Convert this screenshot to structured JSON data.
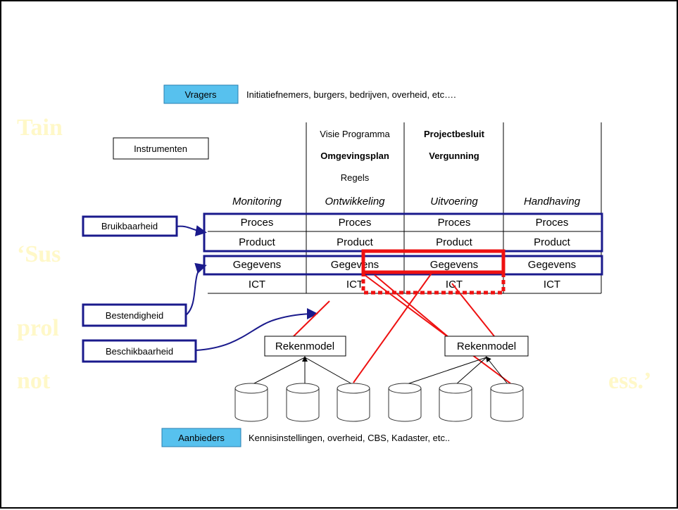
{
  "background_watermark": {
    "lines": [
      "Tain",
      "‘Sus",
      "prol",
      "not",
      "ess.’"
    ]
  },
  "top": {
    "badge": "Vragers",
    "description": "Initiatiefnemers, burgers, bedrijven, overheid, etc…."
  },
  "bottom": {
    "badge": "Aanbieders",
    "description": "Kennisinstellingen, overheid, CBS, Kadaster, etc.."
  },
  "instrumenten_box": "Instrumenten",
  "instruments": {
    "ontwikkeling": [
      "Visie Programma",
      "Omgevingsplan",
      "Regels"
    ],
    "uitvoering": [
      "Projectbesluit",
      "Vergunning"
    ]
  },
  "columns": [
    "Monitoring",
    "Ontwikkeling",
    "Uitvoering",
    "Handhaving"
  ],
  "rows": [
    {
      "label": "Proces",
      "cells": [
        "Proces",
        "Proces",
        "Proces",
        "Proces"
      ]
    },
    {
      "label": "Product",
      "cells": [
        "Product",
        "Product",
        "Product",
        "Product"
      ]
    },
    {
      "label": "Gegevens",
      "cells": [
        "Gegevens",
        "Gegevens",
        "Gegevens",
        "Gegevens"
      ]
    },
    {
      "label": "ICT",
      "cells": [
        "ICT",
        "ICT",
        "ICT",
        "ICT"
      ]
    }
  ],
  "side_labels": {
    "bruikbaarheid": "Bruikbaarheid",
    "bestendigheid": "Bestendigheid",
    "beschikbaarheid": "Beschikbaarheid"
  },
  "rekenmodel_left": "Rekenmodel",
  "rekenmodel_right": "Rekenmodel",
  "colors": {
    "badge_fill": "#57c1ee",
    "navy": "#1a1a8c",
    "red": "#ee1111",
    "watermark": "#fff8c8"
  }
}
